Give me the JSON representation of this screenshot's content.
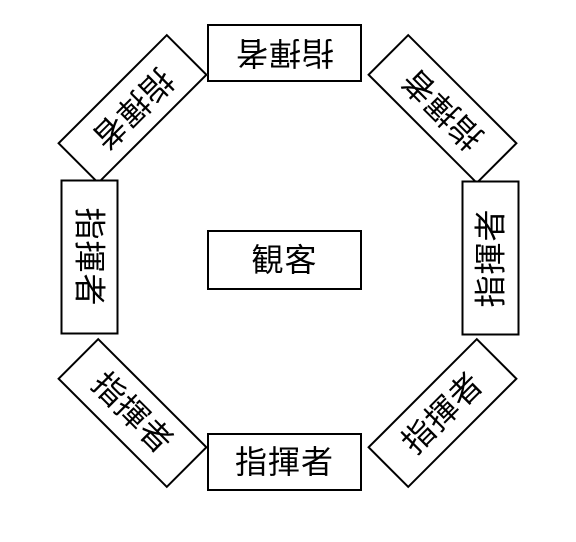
{
  "center": {
    "label": "観客"
  },
  "boxes": {
    "top": "指揮者",
    "top_left": "指揮者",
    "top_right": "指揮者",
    "left": "指揮者",
    "right": "指揮者",
    "bottom_left": "指揮者",
    "bottom": "指揮者",
    "bottom_right": "指揮者"
  }
}
